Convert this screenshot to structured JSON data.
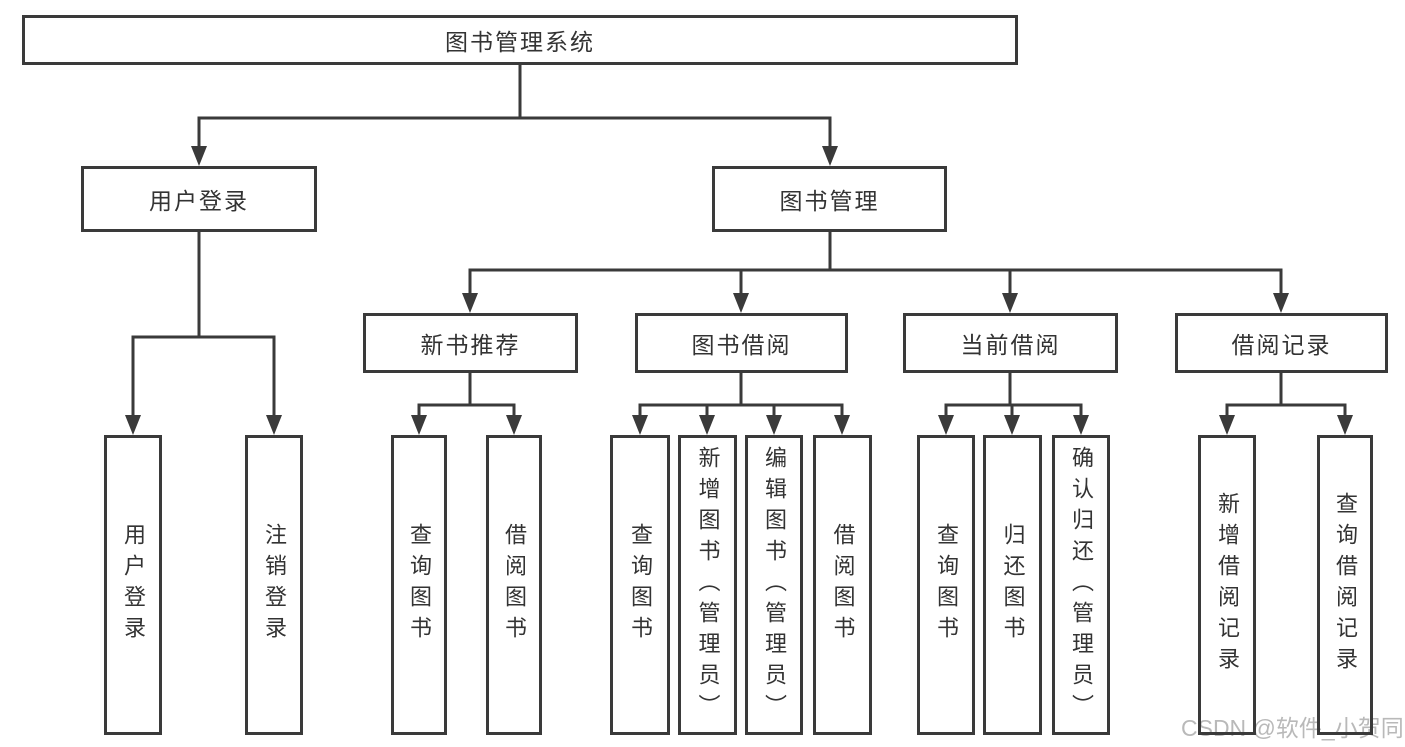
{
  "nodes": {
    "root": "图书管理系统",
    "user_login": "用户登录",
    "book_mgmt": "图书管理",
    "new_books": "新书推荐",
    "book_borrow": "图书借阅",
    "current_borrow": "当前借阅",
    "borrow_records": "借阅记录"
  },
  "leaves": {
    "user_login": [
      "用户登录",
      "注销登录"
    ],
    "new_books": [
      "查询图书",
      "借阅图书"
    ],
    "book_borrow": [
      "查询图书",
      "新增图书（管理员）",
      "编辑图书（管理员）",
      "借阅图书"
    ],
    "current_borrow": [
      "查询图书",
      "归还图书",
      "确认归还（管理员）"
    ],
    "borrow_records": [
      "新增借阅记录",
      "查询借阅记录"
    ]
  },
  "watermark": "CSDN @软件_小贺同学",
  "colors": {
    "line": "#3a3a3a",
    "text": "#333333",
    "watermark": "#b9b9b9",
    "background": "#ffffff"
  }
}
